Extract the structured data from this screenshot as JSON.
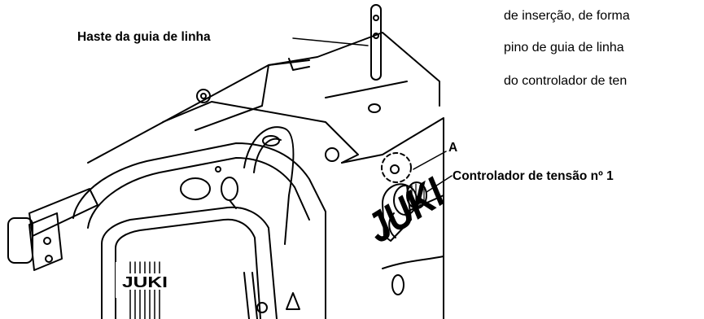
{
  "illustration": {
    "callouts": {
      "thread_guide_rod": "Haste da guia de linha",
      "point_a": "A",
      "tension_controller": "Controlador de tensão nº 1"
    },
    "brand_marks": {
      "side_logo": "JUKI",
      "front_logo": "JUKI"
    }
  },
  "body_text": {
    "lines": [
      "de inserção, de forma",
      "pino de guia de linha",
      "do controlador de ten"
    ]
  }
}
